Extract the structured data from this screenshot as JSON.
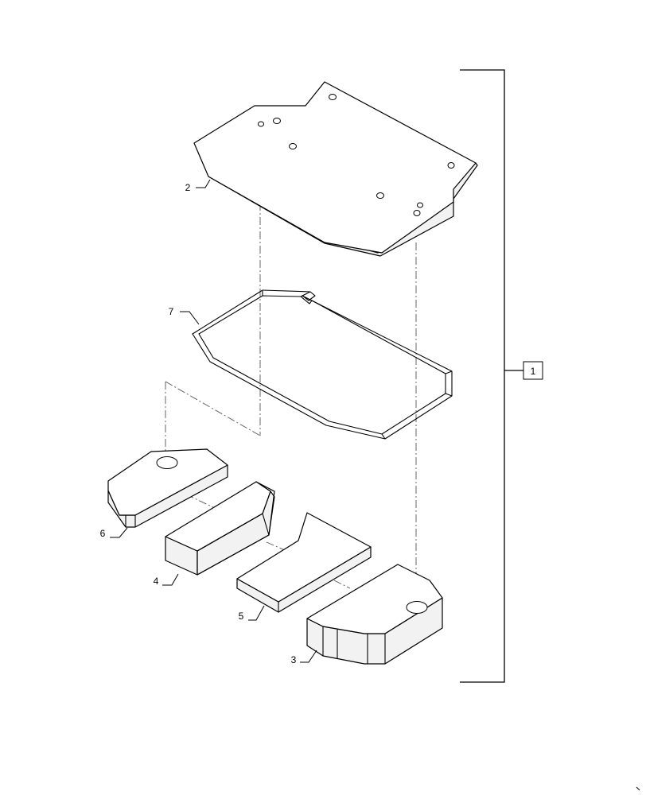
{
  "diagram": {
    "callouts": {
      "assembly": "1",
      "plate": "2",
      "block_right": "3",
      "block_center": "4",
      "block_wedge": "5",
      "block_left": "6",
      "seal_frame": "7"
    }
  }
}
